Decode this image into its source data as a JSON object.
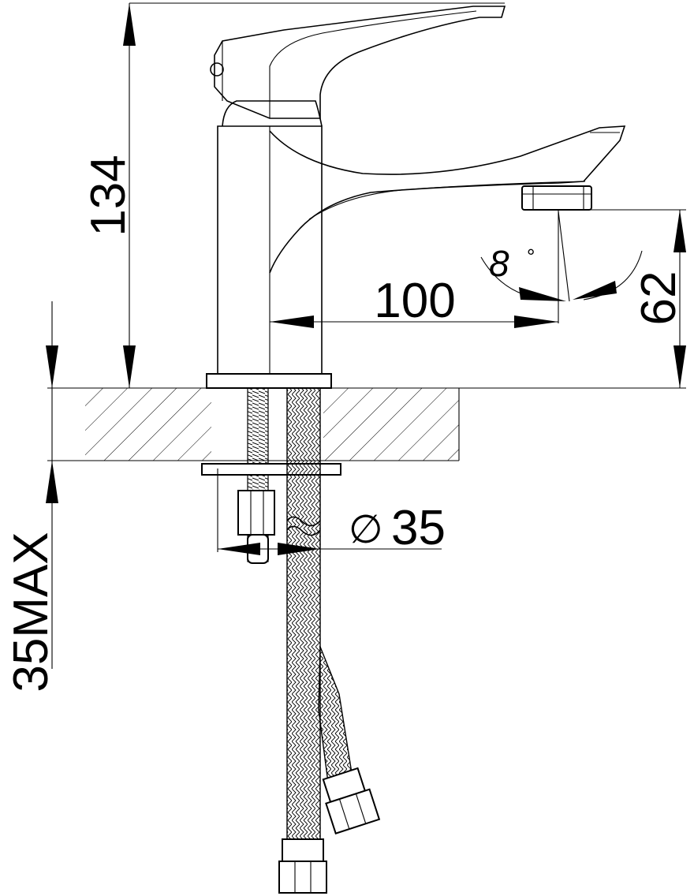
{
  "drawing": {
    "dimension_height": "134",
    "dimension_reach": "100",
    "dimension_spout_height": "62",
    "dimension_angle": "8",
    "dimension_angle_unit": "°",
    "dimension_hole_diameter": "35",
    "dimension_diameter_symbol": "∅",
    "dimension_max_thickness": "35MAX"
  }
}
